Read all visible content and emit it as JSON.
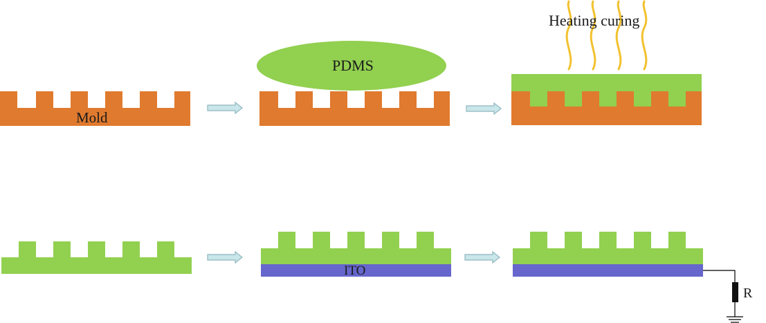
{
  "labels": {
    "mold": "Mold",
    "pdms": "PDMS",
    "heating": "Heating curing",
    "ito": "ITO",
    "resistor": "R"
  },
  "colors": {
    "mold": "#E07A2E",
    "pdms": "#92D050",
    "ito": "#6666CC",
    "heat": "#F2C12E",
    "arrow_fill": "#C9E6EA",
    "arrow_stroke": "#8FB7BE",
    "wire": "#000000"
  }
}
